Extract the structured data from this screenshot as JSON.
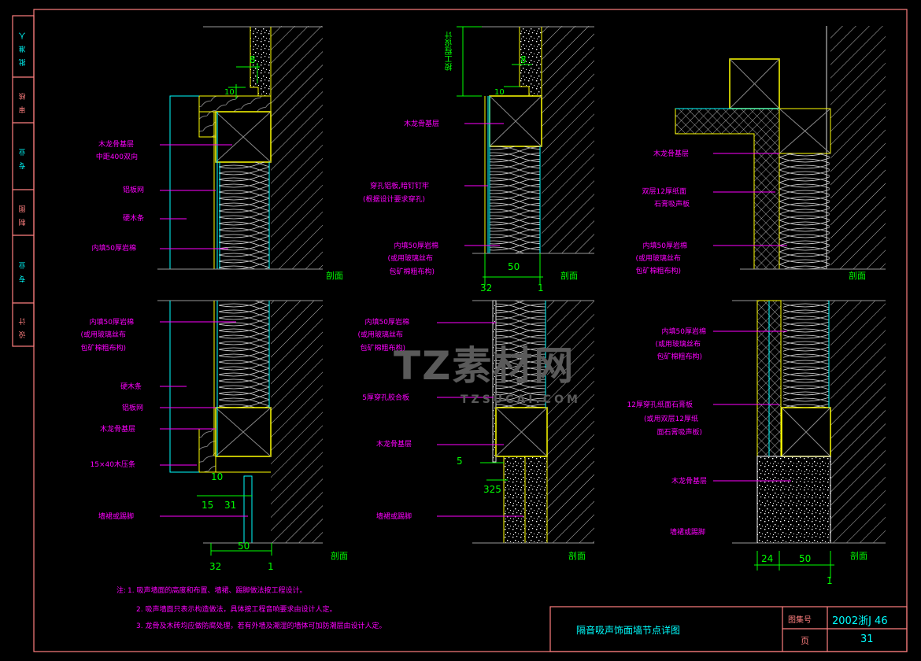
{
  "title_block": {
    "drawing_title": "隔音吸声饰面墙节点详图",
    "atlas_label": "图集号",
    "atlas_value": "2002浙J  46",
    "page_label": "页",
    "page_value": "31"
  },
  "side_strip": [
    "批准人",
    "审核",
    "专业",
    "制图",
    "专业",
    "设计"
  ],
  "notes": {
    "prefix": "注:",
    "items": [
      "1. 吸声墙面的高度和布置、墙裙、踢脚做法按工程设计。",
      "2. 吸声墙面只表示构造做法，具体按工程音响要求由设计人定。",
      "3. 龙骨及木砖均应做防腐处理，若有外墙及潮湿的墙体可加防潮层由设计人定。"
    ]
  },
  "section_label": "剖面",
  "details": {
    "top_left": {
      "labels": [
        "木龙骨基层",
        "中距400双向",
        "铝板网",
        "硬木条",
        "内填50厚岩棉"
      ],
      "dims": [
        "8",
        "10"
      ]
    },
    "bottom_left": {
      "labels": [
        "内填50厚岩棉",
        "(或用玻璃丝布",
        "包矿棉粗布构)",
        "硬木条",
        "铝板网",
        "木龙骨基层",
        "15×40木压条",
        "墙裙或踢脚"
      ],
      "dims": [
        "10",
        "15",
        "31",
        "50",
        "32",
        "1"
      ]
    },
    "top_mid": {
      "labels": [
        "木龙骨基层",
        "穿孔铝板,暗钉钉牢",
        "(根据设计要求穿孔)",
        "内填50厚岩棉",
        "(或用玻璃丝布",
        "包矿棉粗布构)"
      ],
      "dims": [
        "按工程设计",
        "8",
        "10",
        "50",
        "32",
        "1"
      ]
    },
    "bottom_mid": {
      "labels": [
        "内填50厚岩棉",
        "(或用玻璃丝布",
        "包矿棉粗布构)",
        "5厚穿孔胶合板",
        "木龙骨基层",
        "墙裙或踢脚"
      ],
      "dims": [
        "5",
        "325"
      ]
    },
    "top_right": {
      "labels": [
        "木龙骨基层",
        "双层12厚纸面",
        "石膏吸声板",
        "内填50厚岩棉",
        "(或用玻璃丝布",
        "包矿棉粗布构)"
      ]
    },
    "bottom_right": {
      "labels": [
        "内填50厚岩棉",
        "(或用玻璃丝布",
        "包矿棉粗布构)",
        "12厚穿孔纸面石膏板",
        "(或用双层12厚纸",
        "面石膏吸声板)",
        "木龙骨基层",
        "墙裙或踢脚"
      ],
      "dims": [
        "24",
        "50",
        "1"
      ]
    }
  },
  "watermark": {
    "main": "TZ素材网",
    "sub": "TZSUCAI.COM"
  },
  "colors": {
    "frame": "#ff7f7f",
    "label": "#ff00ff",
    "dim": "#00ff00",
    "outline": "#ffff00",
    "panel": "#00ffff",
    "hatch": "#c0c0c0"
  }
}
